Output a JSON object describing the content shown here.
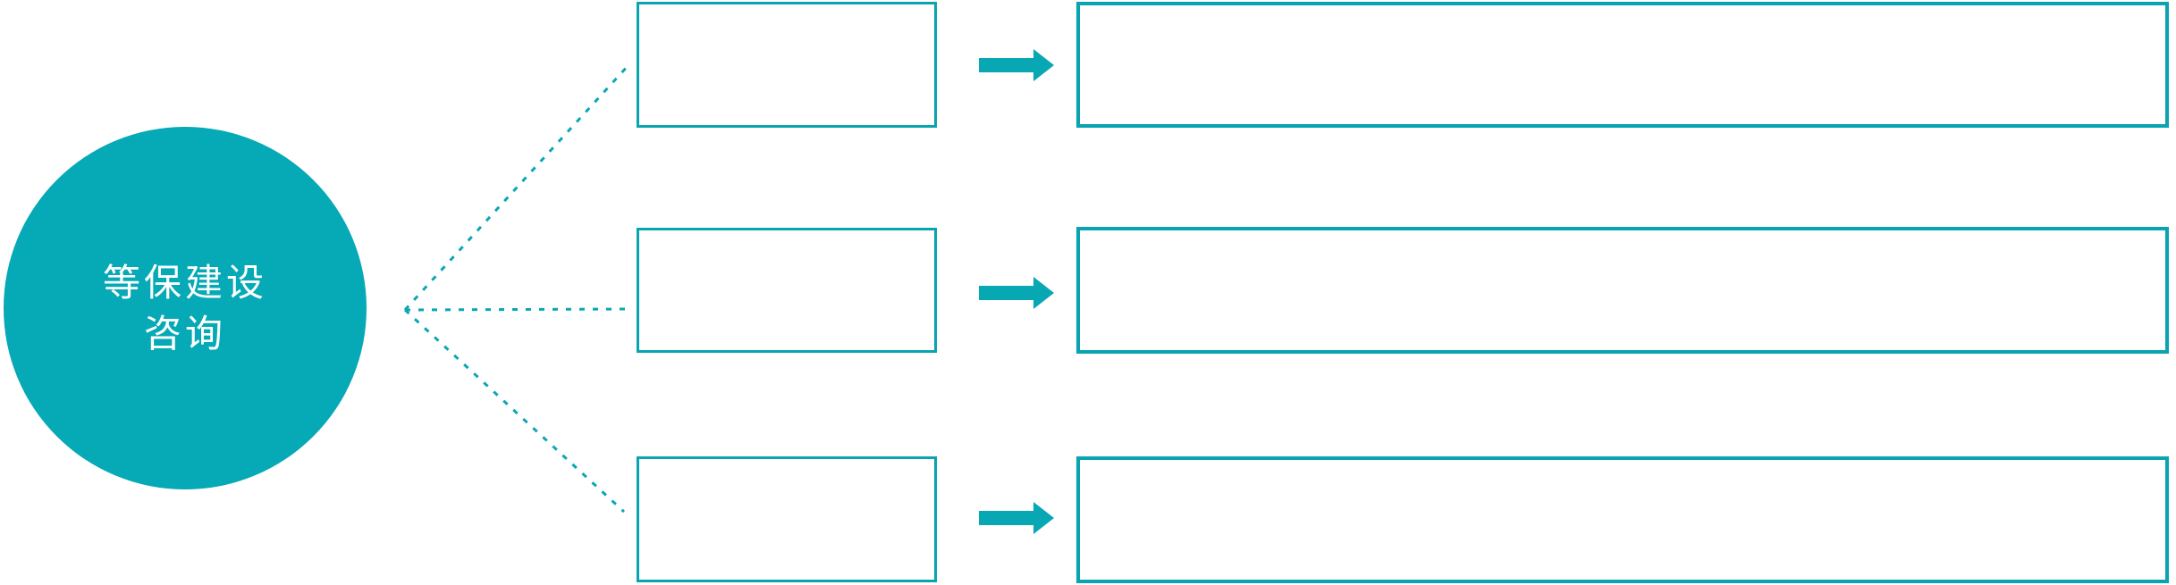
{
  "colors": {
    "accent_teal": "#09a3b1",
    "circle_fill": "#06a9b6",
    "arrow_fill": "#07a7b4",
    "connector_teal": "#09a6b4",
    "circle_text": "#ffffff",
    "background": "#ffffff"
  },
  "hub": {
    "label_line1": "等保建设",
    "label_line2": "咨询"
  },
  "rows": [
    {
      "step_label": "",
      "detail_label": ""
    },
    {
      "step_label": "",
      "detail_label": ""
    },
    {
      "step_label": "",
      "detail_label": ""
    }
  ],
  "icons": {
    "right_arrow": "right-arrow-icon",
    "connector": "dotted-fan-connector"
  }
}
